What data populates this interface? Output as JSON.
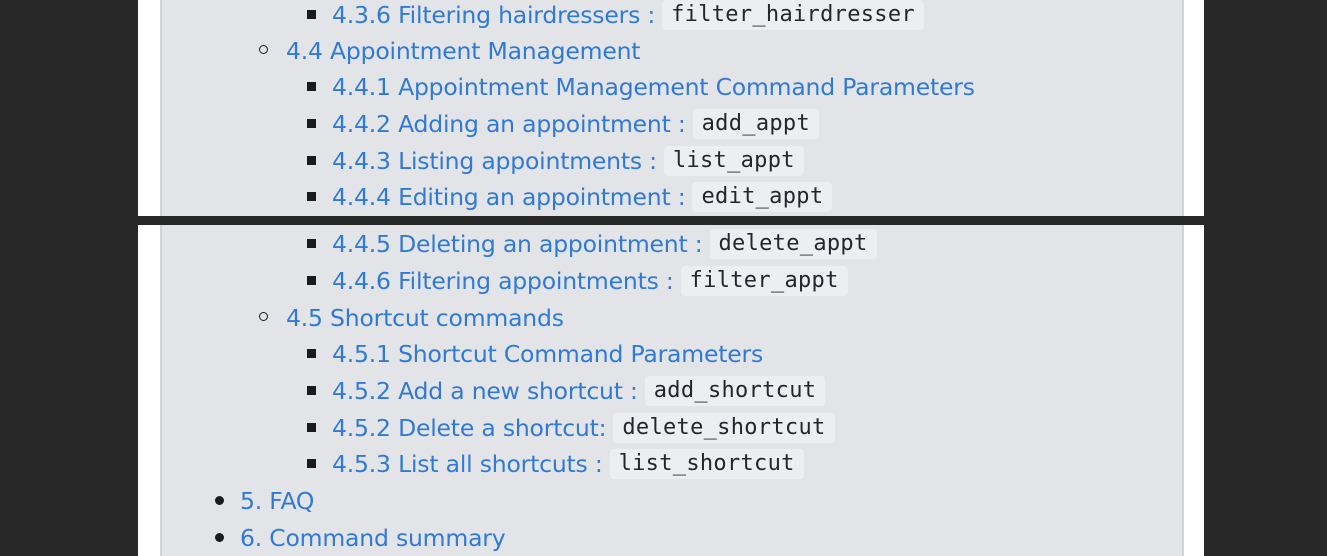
{
  "toc_top": [
    {
      "text": "4.3.6 Filtering hairdressers :",
      "code": "filter_hairdresser"
    },
    {
      "text": "4.4 Appointment Management"
    },
    {
      "text": "4.4.1 Appointment Management Command Parameters"
    },
    {
      "text": "4.4.2 Adding an appointment :",
      "code": "add_appt"
    },
    {
      "text": "4.4.3 Listing appointments :",
      "code": "list_appt"
    },
    {
      "text": "4.4.4 Editing an appointment :",
      "code": "edit_appt"
    }
  ],
  "toc_bottom": [
    {
      "text": "4.4.5 Deleting an appointment :",
      "code": "delete_appt"
    },
    {
      "text": "4.4.6 Filtering appointments :",
      "code": "filter_appt"
    },
    {
      "text": "4.5 Shortcut commands"
    },
    {
      "text": "4.5.1 Shortcut Command Parameters"
    },
    {
      "text": "4.5.2 Add a new shortcut :",
      "code": "add_shortcut"
    },
    {
      "text": "4.5.2 Delete a shortcut:",
      "code": "delete_shortcut"
    },
    {
      "text": "4.5.3 List all shortcuts :",
      "code": "list_shortcut"
    },
    {
      "text": "5. FAQ"
    },
    {
      "text": "6. Command summary"
    }
  ],
  "colors": {
    "link": "#2f7ad6",
    "panel": "#e3e4e7",
    "code_bg": "#edeef1",
    "backdrop": "#282828"
  }
}
